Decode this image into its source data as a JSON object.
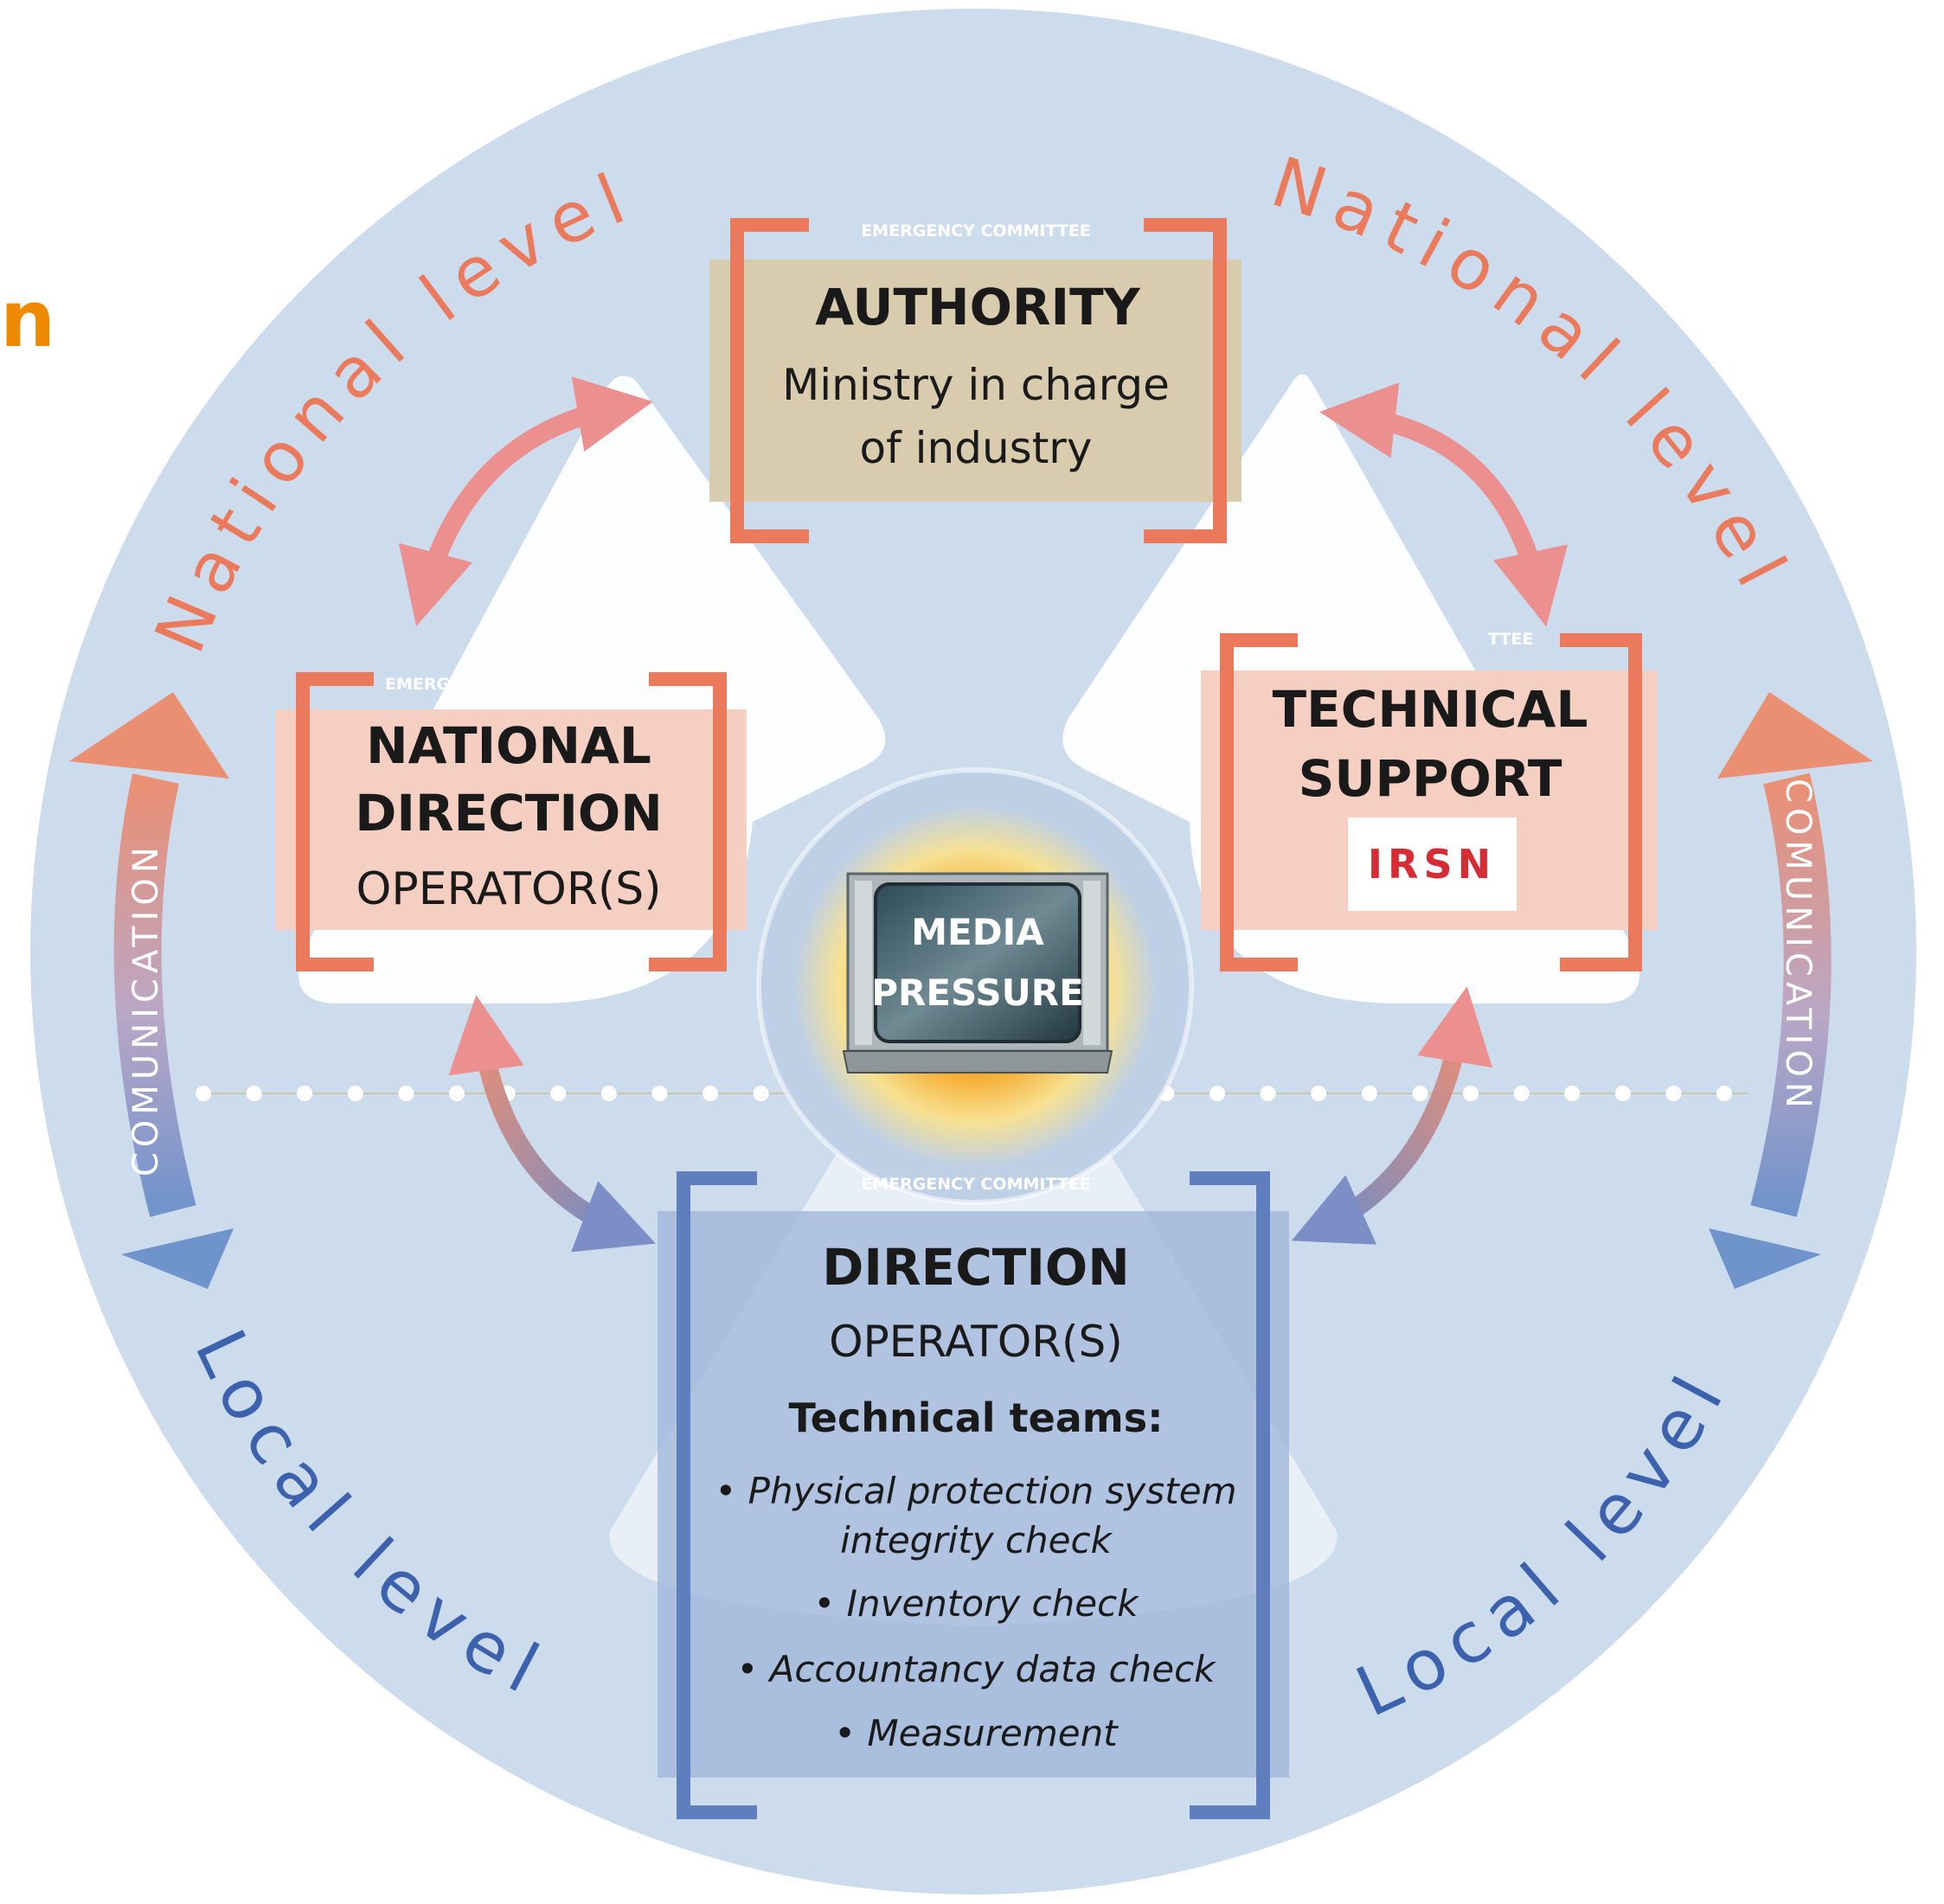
{
  "page_fragment": "n",
  "colors": {
    "circle_fill": "#cddcec",
    "national_orange": "#ea7a5b",
    "local_blue": "#3c62ad",
    "authority_box": "#d8cbae",
    "national_box": "#f5cfc2",
    "direction_box": "#9db6da",
    "irsn_red": "#d72b35"
  },
  "ring_labels": {
    "national_left": "National level",
    "national_right": "National level",
    "local_left": "Local level",
    "local_right": "Local level",
    "comm_left": "COMUNICATION",
    "comm_right": "COMUNICATION"
  },
  "authority": {
    "committee": "EMERGENCY COMMITTEE",
    "title": "AUTHORITY",
    "line1": "Ministry in charge",
    "line2": "of industry"
  },
  "national_direction": {
    "committee_partial": "EMERG",
    "title_line1": "NATIONAL",
    "title_line2": "DIRECTION",
    "subtitle": "OPERATOR(S)"
  },
  "technical_support": {
    "committee_partial": "TTEE",
    "title_line1": "TECHNICAL",
    "title_line2": "SUPPORT",
    "logo": "IRSN"
  },
  "media": {
    "line1": "MEDIA",
    "line2": "PRESSURE"
  },
  "direction": {
    "committee": "EMERGENCY COMMITTEE",
    "title": "DIRECTION",
    "subtitle": "OPERATOR(S)",
    "teams_heading": "Technical teams:",
    "items": [
      "• Physical protection system",
      "integrity check",
      "• Inventory check",
      "• Accountancy data check",
      "• Measurement"
    ]
  }
}
